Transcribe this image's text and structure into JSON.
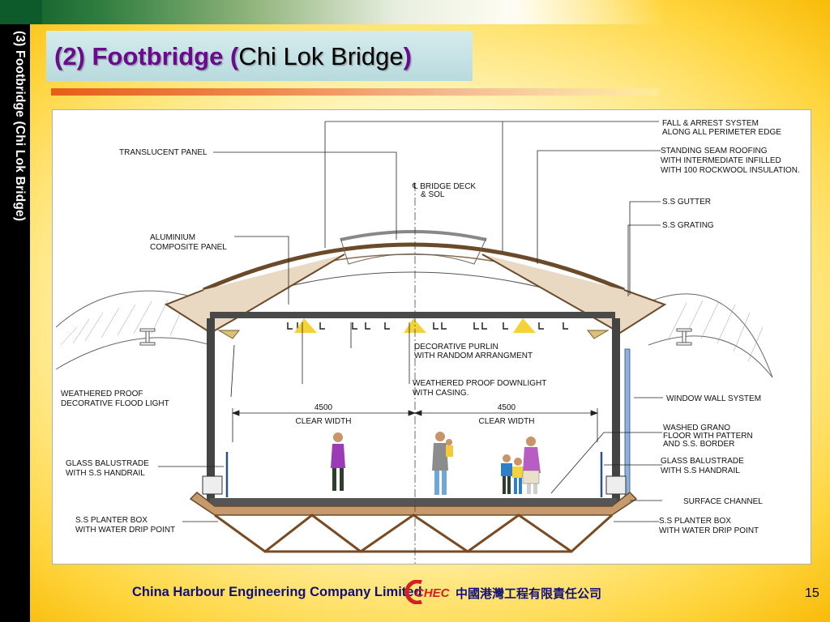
{
  "slide": {
    "side_title": "(3) Footbridge (Chi Lok Bridge)",
    "title_bold": "(2) Footbridge ",
    "title_paren_open": "(",
    "title_plain": "Chi Lok Bridge",
    "title_paren_close": ")",
    "page_number": "15"
  },
  "footer": {
    "company": "China Harbour Engineering Company Limited",
    "logo_text": "CHEC",
    "company_cn": "中國港灣工程有限責任公司"
  },
  "colors": {
    "title": "#6b0a8c",
    "footer_text": "#10107a",
    "logo_red": "#d42020",
    "structure_brown": "#7a4a22"
  },
  "drawing": {
    "centerline_label": "℄ BRIDGE DECK",
    "centerline_label_2": "& SOL",
    "labels_left": [
      [
        "TRANSLUCENT PANEL"
      ],
      [
        "ALUMINIUM",
        "COMPOSITE PANEL"
      ],
      [
        "WEATHERED PROOF",
        "DECORATIVE FLOOD LIGHT"
      ],
      [
        "GLASS BALUSTRADE",
        "WITH S.S HANDRAIL"
      ],
      [
        "S.S PLANTER BOX",
        "WITH WATER DRIP POINT"
      ]
    ],
    "labels_right": [
      [
        "FALL & ARREST SYSTEM",
        "ALONG ALL PERIMETER EDGE"
      ],
      [
        "STANDING SEAM ROOFING",
        "WITH INTERMEDIATE INFILLED",
        "WITH 100 ROCKWOOL INSULATION."
      ],
      [
        "S.S GUTTER"
      ],
      [
        "S.S GRATING"
      ],
      [
        "WINDOW WALL SYSTEM"
      ],
      [
        "WASHED GRANO",
        "FLOOR WITH PATTERN",
        "AND S.S. BORDER"
      ],
      [
        "GLASS BALUSTRADE",
        "WITH S.S HANDRAIL"
      ],
      [
        "SURFACE CHANNEL"
      ],
      [
        "S.S PLANTER BOX",
        "WITH WATER DRIP POINT"
      ]
    ],
    "labels_center": [
      [
        "DECORATIVE PURLIN",
        "WITH RANDOM ARRANGMENT"
      ],
      [
        "WEATHERED PROOF DOWNLIGHT",
        "WITH CASING."
      ]
    ],
    "dim_left_value": "4500",
    "dim_left_label": "CLEAR WIDTH",
    "dim_right_value": "4500",
    "dim_right_label": "CLEAR WIDTH"
  }
}
